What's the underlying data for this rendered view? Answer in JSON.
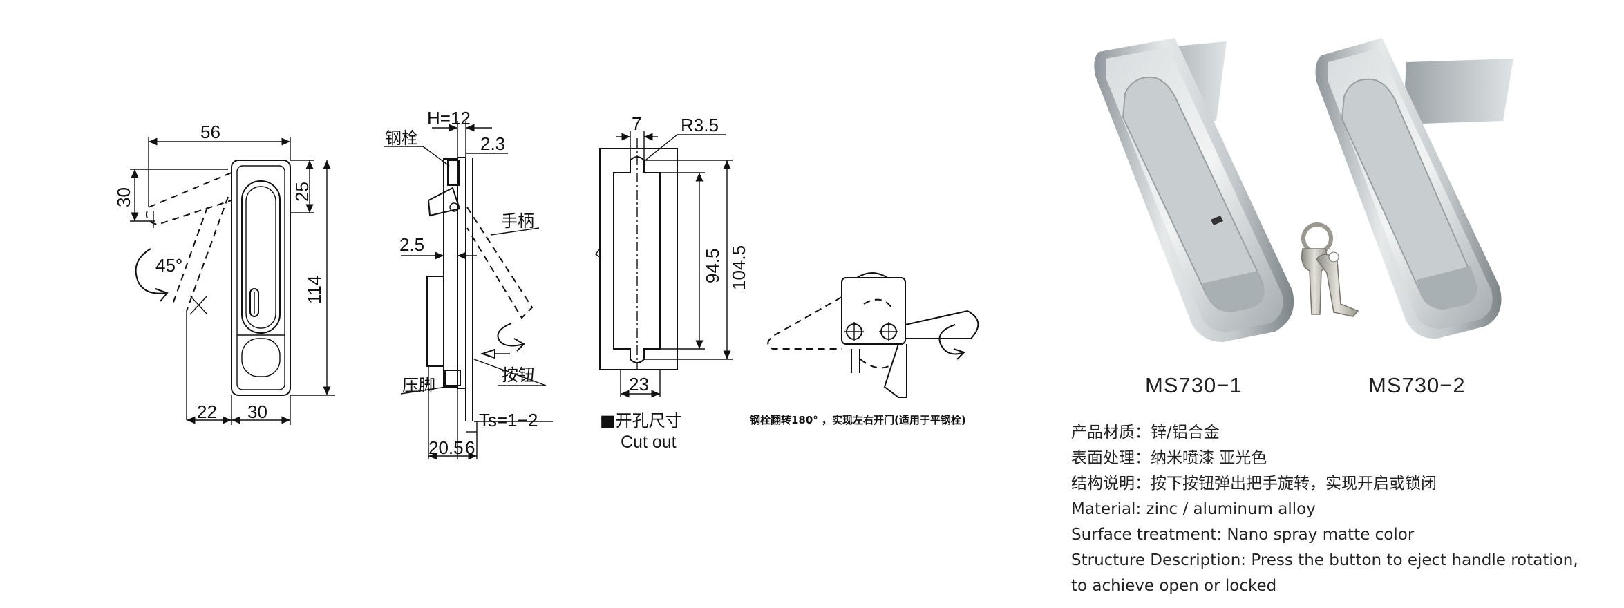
{
  "drawing_front": {
    "dim_width": "56",
    "dim_height_top": "30",
    "dim_top": "25",
    "dim_total": "114",
    "angle": "45°",
    "dim_bottom_left": "22",
    "dim_bottom_right": "30"
  },
  "drawing_side": {
    "dim_h": "H=12",
    "dim_23": "2.3",
    "dim_25": "2.5",
    "label_bolt": "钢栓",
    "label_handle": "手柄",
    "label_button": "按钮",
    "label_foot": "压脚",
    "dim_ts": "Ts=1−2",
    "dim_205": "20.5",
    "dim_6": "6"
  },
  "drawing_cutout": {
    "dim_7": "7",
    "dim_r": "R3.5",
    "dim_945": "94.5",
    "dim_1045": "104.5",
    "dim_23": "23",
    "title_cn": "■开孔尺寸",
    "title_en": "Cut out"
  },
  "drawing_bolt": {
    "caption": "钢栓翻转180° ，实现左右开门(适用于平钢栓)"
  },
  "products": {
    "model_1": "MS730−1",
    "model_2": "MS730−2"
  },
  "specs": [
    "产品材质：锌/铝合金",
    "表面处理：纳米喷漆 亚光色",
    "结构说明：按下按钮弹出把手旋转，实现开启或锁闭",
    "Material: zinc / aluminum alloy",
    "Surface treatment: Nano spray matte color",
    "Structure Description: Press the button to eject handle rotation,",
    "to achieve open or locked"
  ]
}
